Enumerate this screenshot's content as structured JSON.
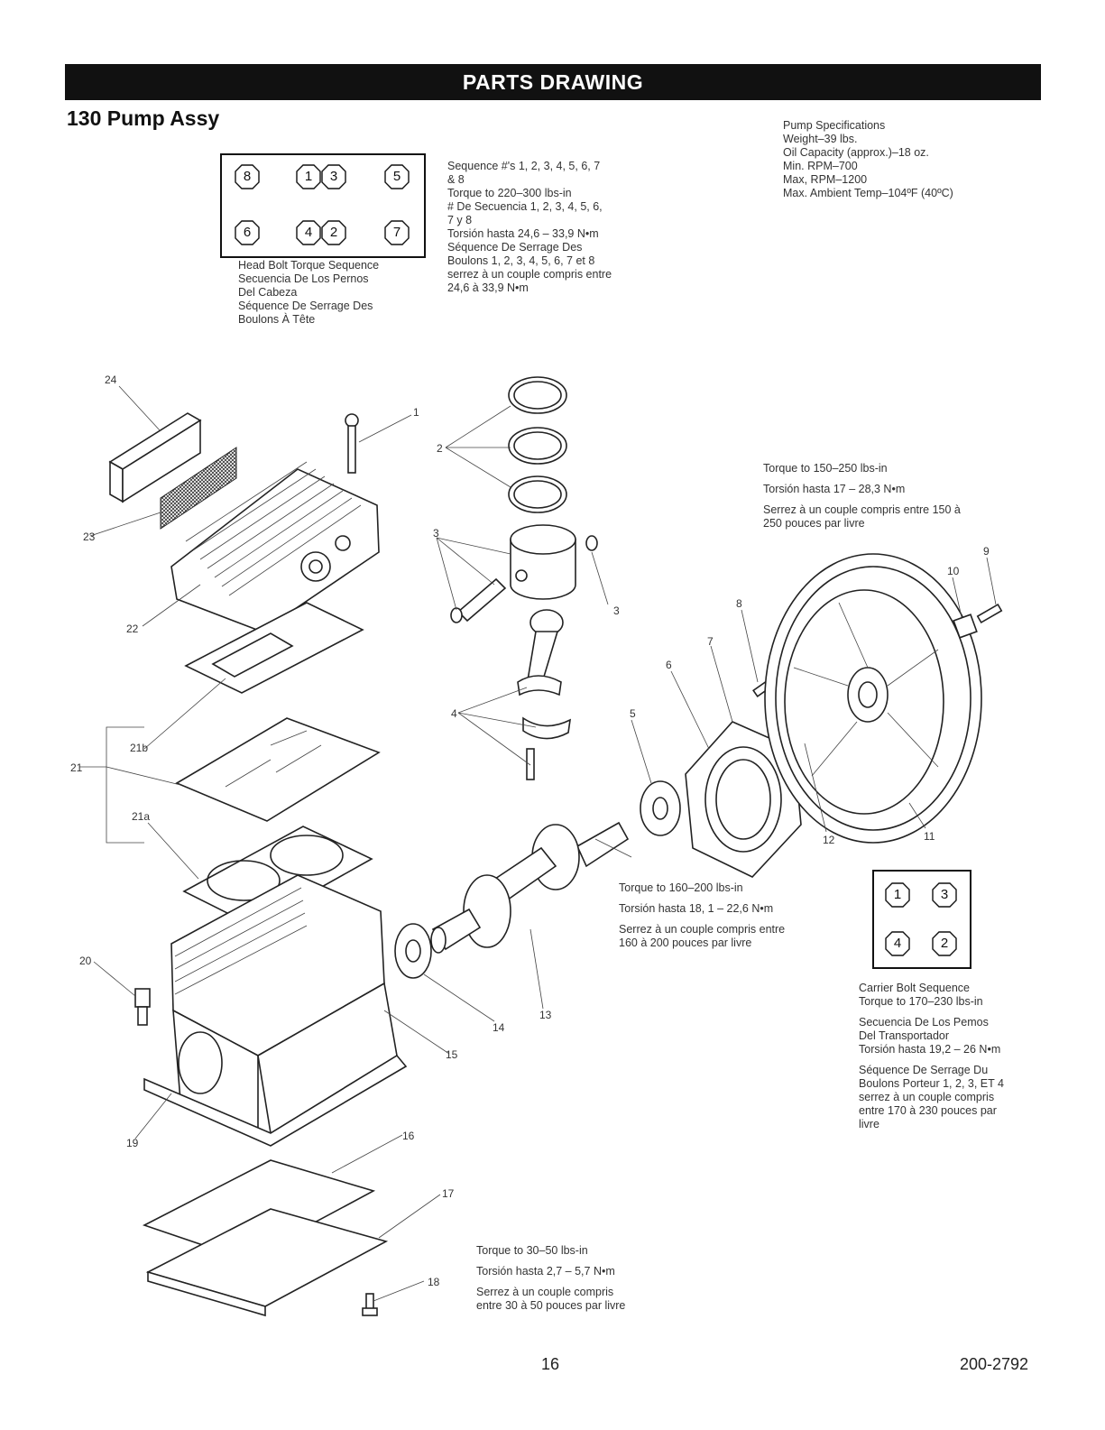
{
  "banner": "PARTS DRAWING",
  "title": "130 Pump Assy",
  "head_bolt": {
    "top_row": [
      "8",
      "1",
      "3",
      "5"
    ],
    "bottom_row": [
      "6",
      "4",
      "2",
      "7"
    ],
    "caption": "Head Bolt Torque Sequence\nSecuencia De Los Pernos\nDel Cabeza\nSéquence De Serrage Des\nBoulons À Tête"
  },
  "sequence_text": "Sequence #'s 1, 2, 3,  4, 5, 6, 7\n& 8\nTorque to 220–300 lbs-in\n# De Secuencia 1, 2, 3,  4, 5, 6,\n7 y 8\nTorsión hasta 24,6 – 33,9 N•m\nSéquence De Serrage Des\nBoulons 1, 2, 3,  4, 5, 6, 7 et 8\nserrez à un couple compris entre\n24,6 à 33,9 N•m",
  "pump_specs": "Pump Specifications\nWeight–39 lbs.\nOil Capacity (approx.)–18 oz.\nMin. RPM–700\nMax, RPM–1200\nMax. Ambient Temp–104ºF (40ºC)",
  "torque_150": [
    "Torque to 150–250 lbs-in",
    "Torsión hasta 17 – 28,3 N•m",
    "Serrez à un couple compris entre 150 à\n250 pouces par livre"
  ],
  "torque_160": [
    "Torque to 160–200 lbs-in",
    "Torsión hasta 18, 1 – 22,6 N•m",
    "Serrez à un couple compris entre\n160 à 200 pouces par livre"
  ],
  "torque_30": [
    "Torque to 30–50 lbs-in",
    "Torsión hasta 2,7 – 5,7 N•m",
    "Serrez à un couple compris\nentre 30 à 50 pouces par livre"
  ],
  "carrier_bolt": {
    "top_row": [
      "1",
      "3"
    ],
    "bottom_row": [
      "4",
      "2"
    ],
    "text": [
      "Carrier Bolt Sequence\nTorque to 170–230 lbs-in",
      "Secuencia De Los Pemos\nDel Transportador\nTorsión hasta 19,2 – 26 N•m",
      "Séquence De Serrage Du\nBoulons Porteur 1, 2, 3, ET 4\nserrez à un couple compris\nentre 170 à 230 pouces par\nlivre"
    ]
  },
  "callouts": [
    "24",
    "1",
    "2",
    "23",
    "3",
    "3",
    "22",
    "10",
    "9",
    "8",
    "7",
    "6",
    "4",
    "5",
    "21b",
    "21",
    "21a",
    "12",
    "11",
    "20",
    "13",
    "14",
    "15",
    "19",
    "16",
    "17",
    "18"
  ],
  "footer": {
    "page": "16",
    "doc": "200-2792"
  }
}
